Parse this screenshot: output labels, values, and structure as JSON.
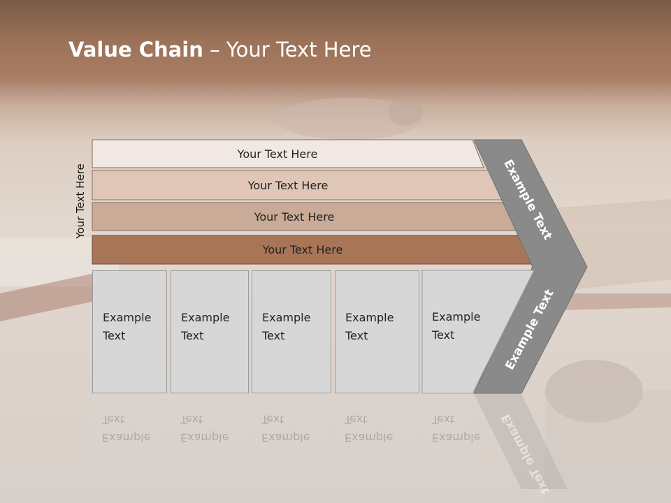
{
  "slide": {
    "title_bold": "Value Chain",
    "title_rest": " – Your Text Here",
    "side_label": "Your Text Here"
  },
  "bars": [
    {
      "label": "Your Text Here",
      "color": "#f1e8e3"
    },
    {
      "label": "Your Text Here",
      "color": "#dfc6b6"
    },
    {
      "label": "Your Text Here",
      "color": "#c9ab97"
    },
    {
      "label": "Your Text Here",
      "color": "#a87556"
    }
  ],
  "boxes": [
    {
      "text": "Example\nText"
    },
    {
      "text": "Example\nText"
    },
    {
      "text": "Example\nText"
    },
    {
      "text": "Example\nText"
    },
    {
      "text": "Example\nText"
    }
  ],
  "chevron": {
    "upper_label": "Example Text",
    "lower_label": "Example Text",
    "color": "#8a8a8a"
  }
}
